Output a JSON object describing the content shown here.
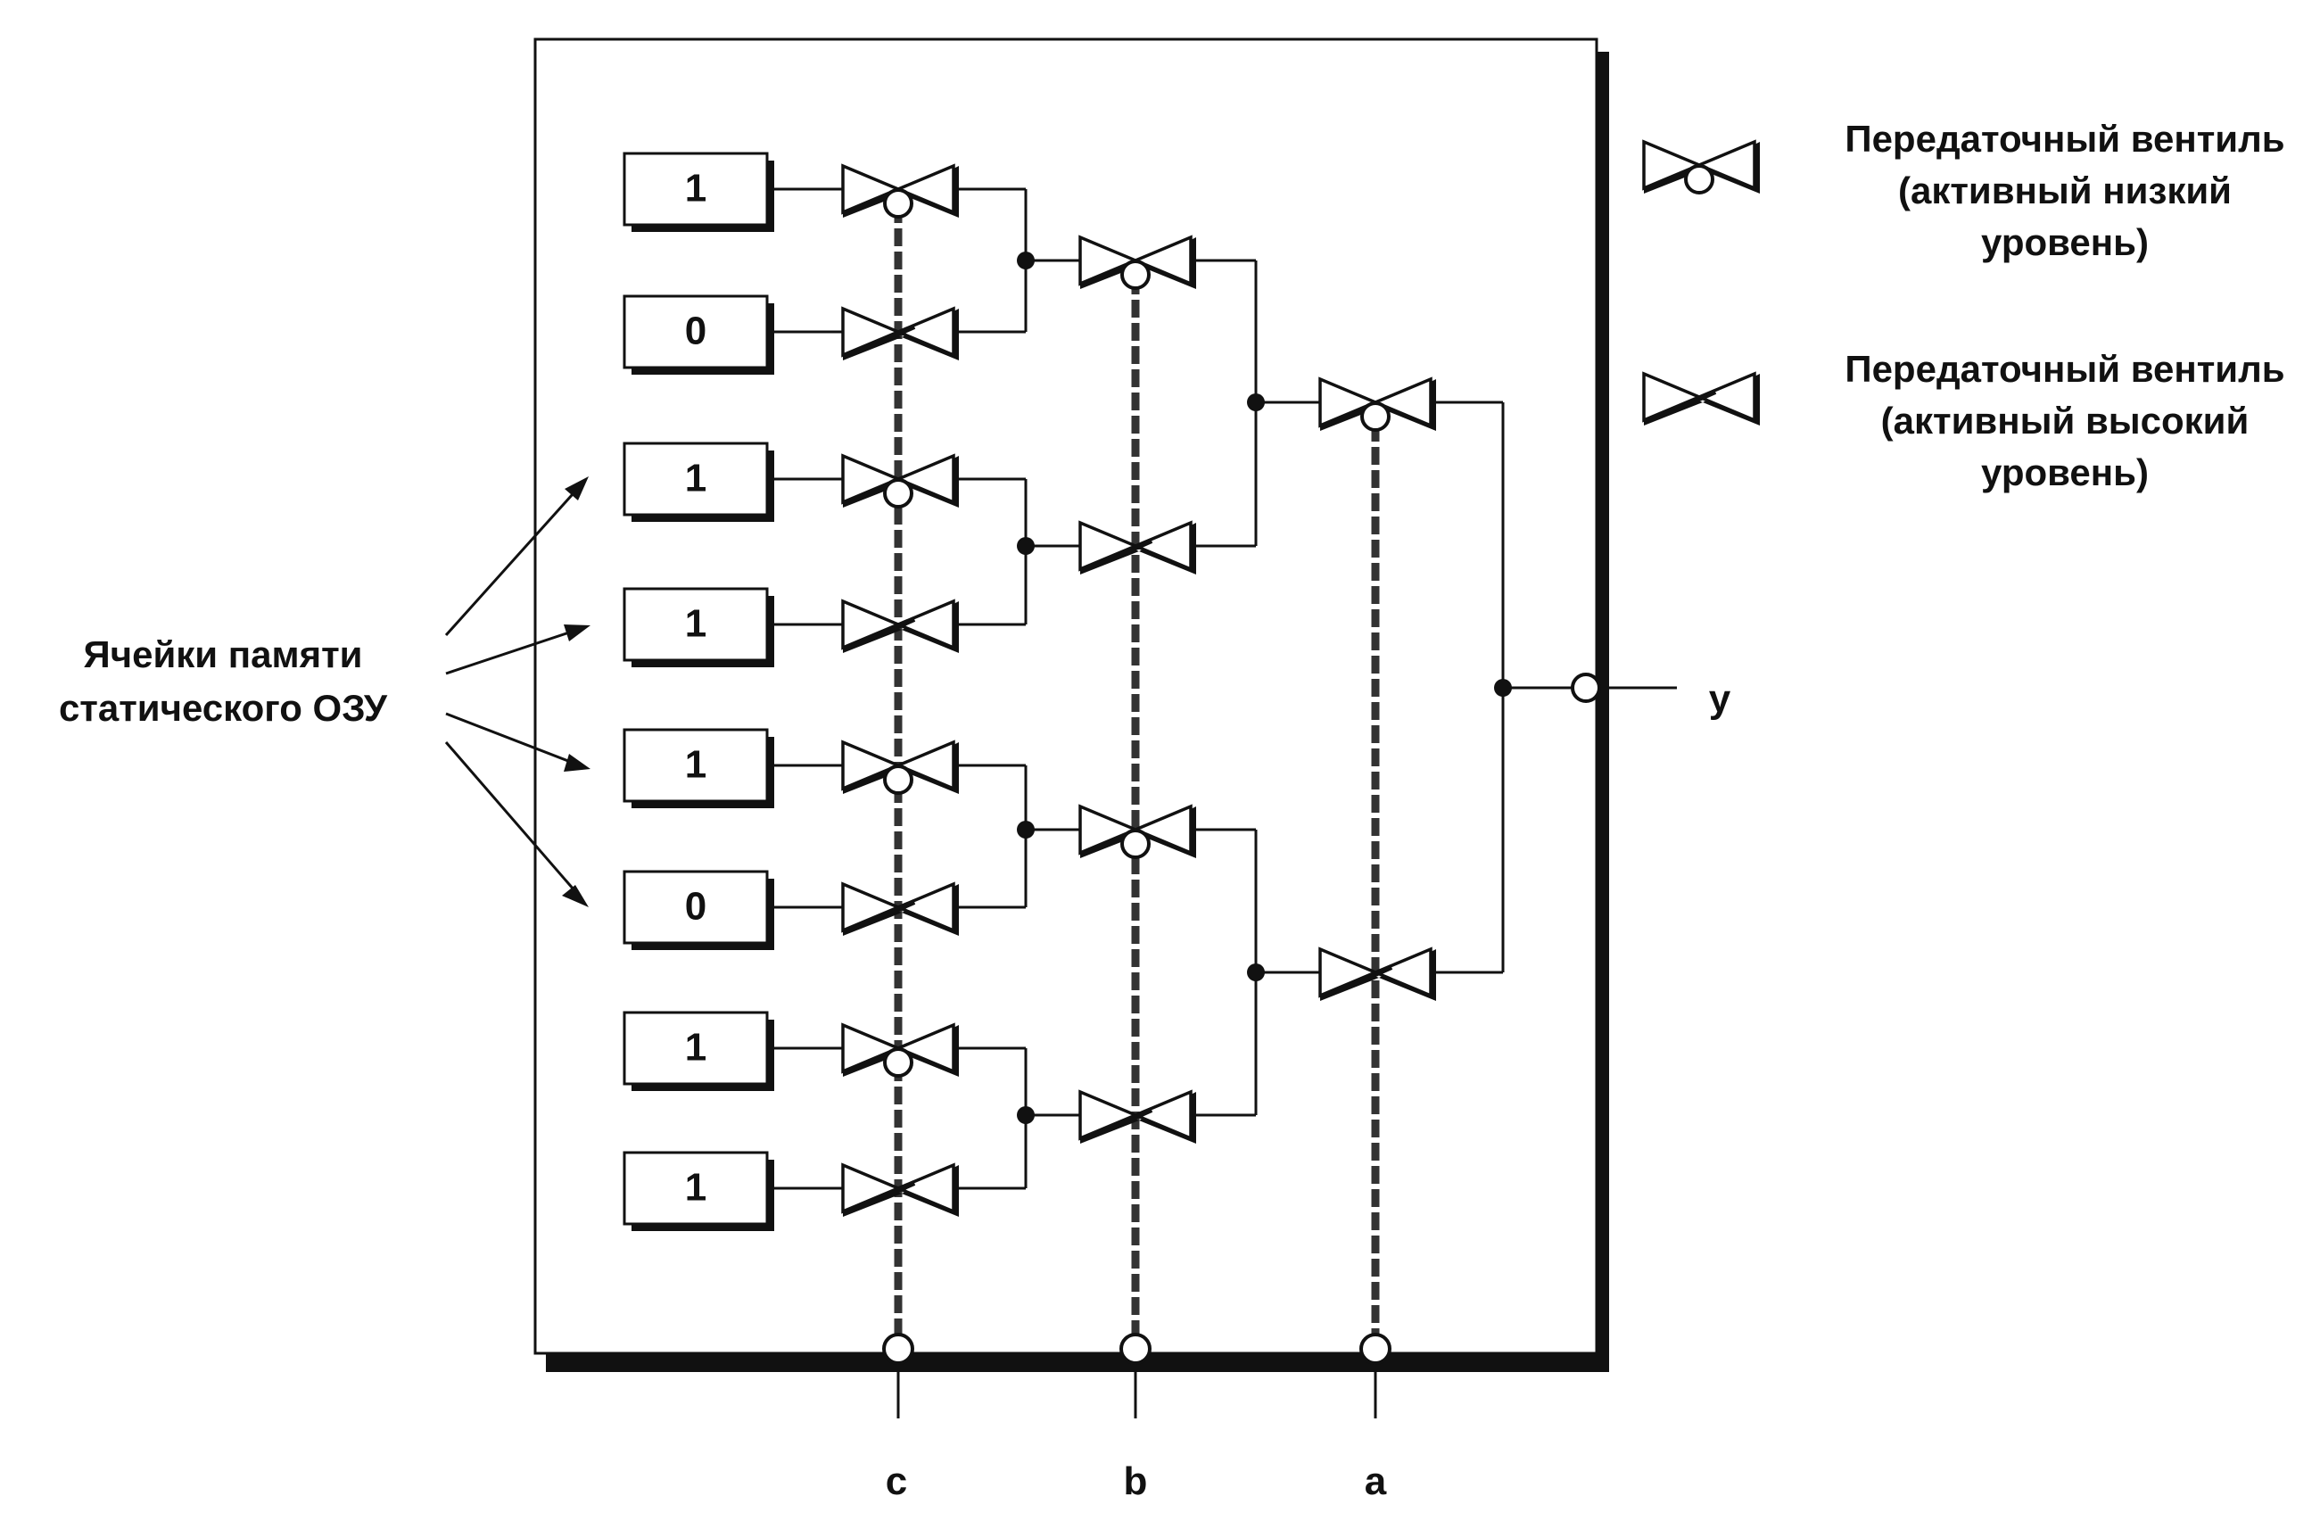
{
  "memory_cells": [
    "1",
    "0",
    "1",
    "1",
    "1",
    "0",
    "1",
    "1"
  ],
  "select_inputs": {
    "c": "c",
    "b": "b",
    "a": "a"
  },
  "output_label": "y",
  "sram_label": {
    "line1": "Ячейки памяти",
    "line2": "статического ОЗУ"
  },
  "legend": {
    "active_low": {
      "line1": "Передаточный вентиль",
      "line2": "(активный низкий",
      "line3": "уровень)",
      "icon": "transmission-gate-active-low-icon"
    },
    "active_high": {
      "line1": "Передаточный вентиль",
      "line2": "(активный высокий",
      "line3": "уровень)",
      "icon": "transmission-gate-active-high-icon"
    }
  },
  "colors": {
    "ink": "#111111",
    "paper": "#ffffff"
  }
}
